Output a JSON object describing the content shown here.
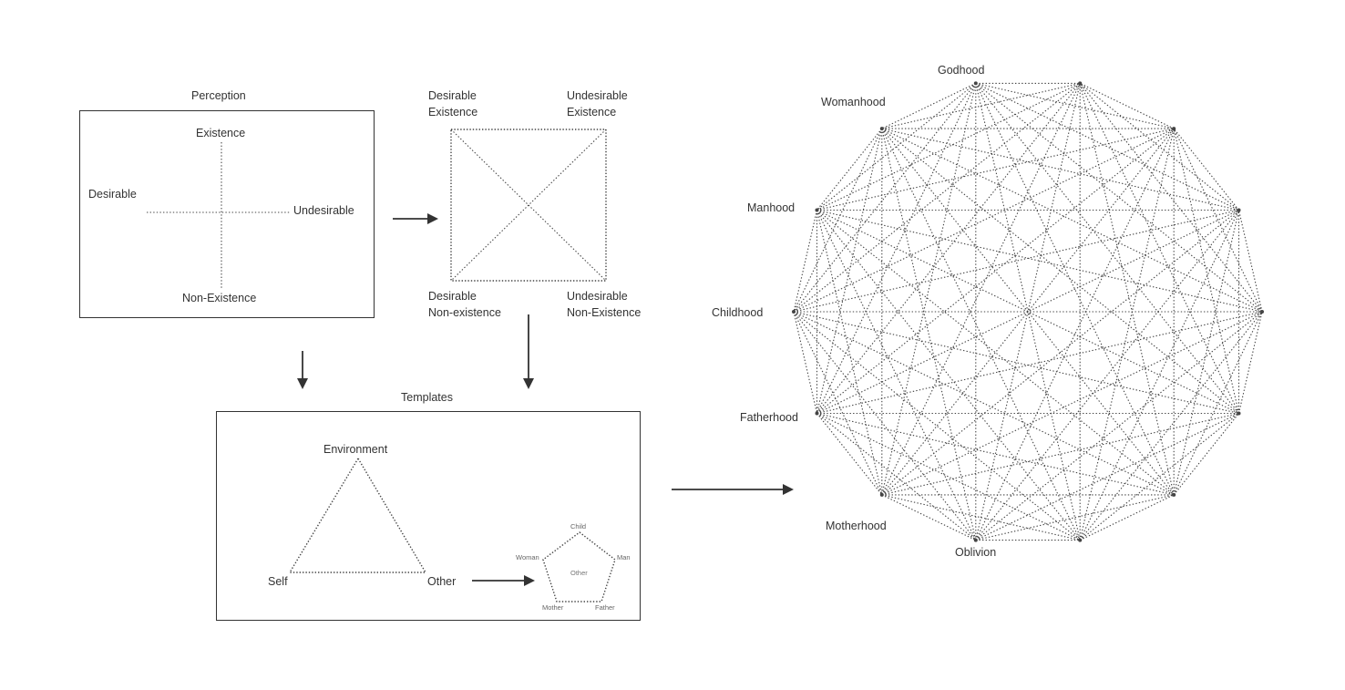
{
  "perception": {
    "title": "Perception",
    "top": "Existence",
    "bottom": "Non-Existence",
    "left": "Desirable",
    "right": "Undesirable"
  },
  "quadrants": {
    "top_left_1": "Desirable",
    "top_left_2": "Existence",
    "top_right_1": "Undesirable",
    "top_right_2": "Existence",
    "bottom_left_1": "Desirable",
    "bottom_left_2": "Non-existence",
    "bottom_right_1": "Undesirable",
    "bottom_right_2": "Non-Existence"
  },
  "templates": {
    "title": "Templates",
    "triangle": {
      "top": "Environment",
      "left": "Self",
      "right": "Other"
    },
    "pentagon": {
      "top": "Child",
      "left": "Woman",
      "right": "Man",
      "bottom_left": "Mother",
      "bottom_right": "Father",
      "center": "Other"
    }
  },
  "polygon": {
    "vertex_count": 14,
    "labels": {
      "godhood": "Godhood",
      "womanhood": "Womanhood",
      "manhood": "Manhood",
      "childhood": "Childhood",
      "fatherhood": "Fatherhood",
      "motherhood": "Motherhood",
      "oblivion": "Oblivion"
    }
  }
}
